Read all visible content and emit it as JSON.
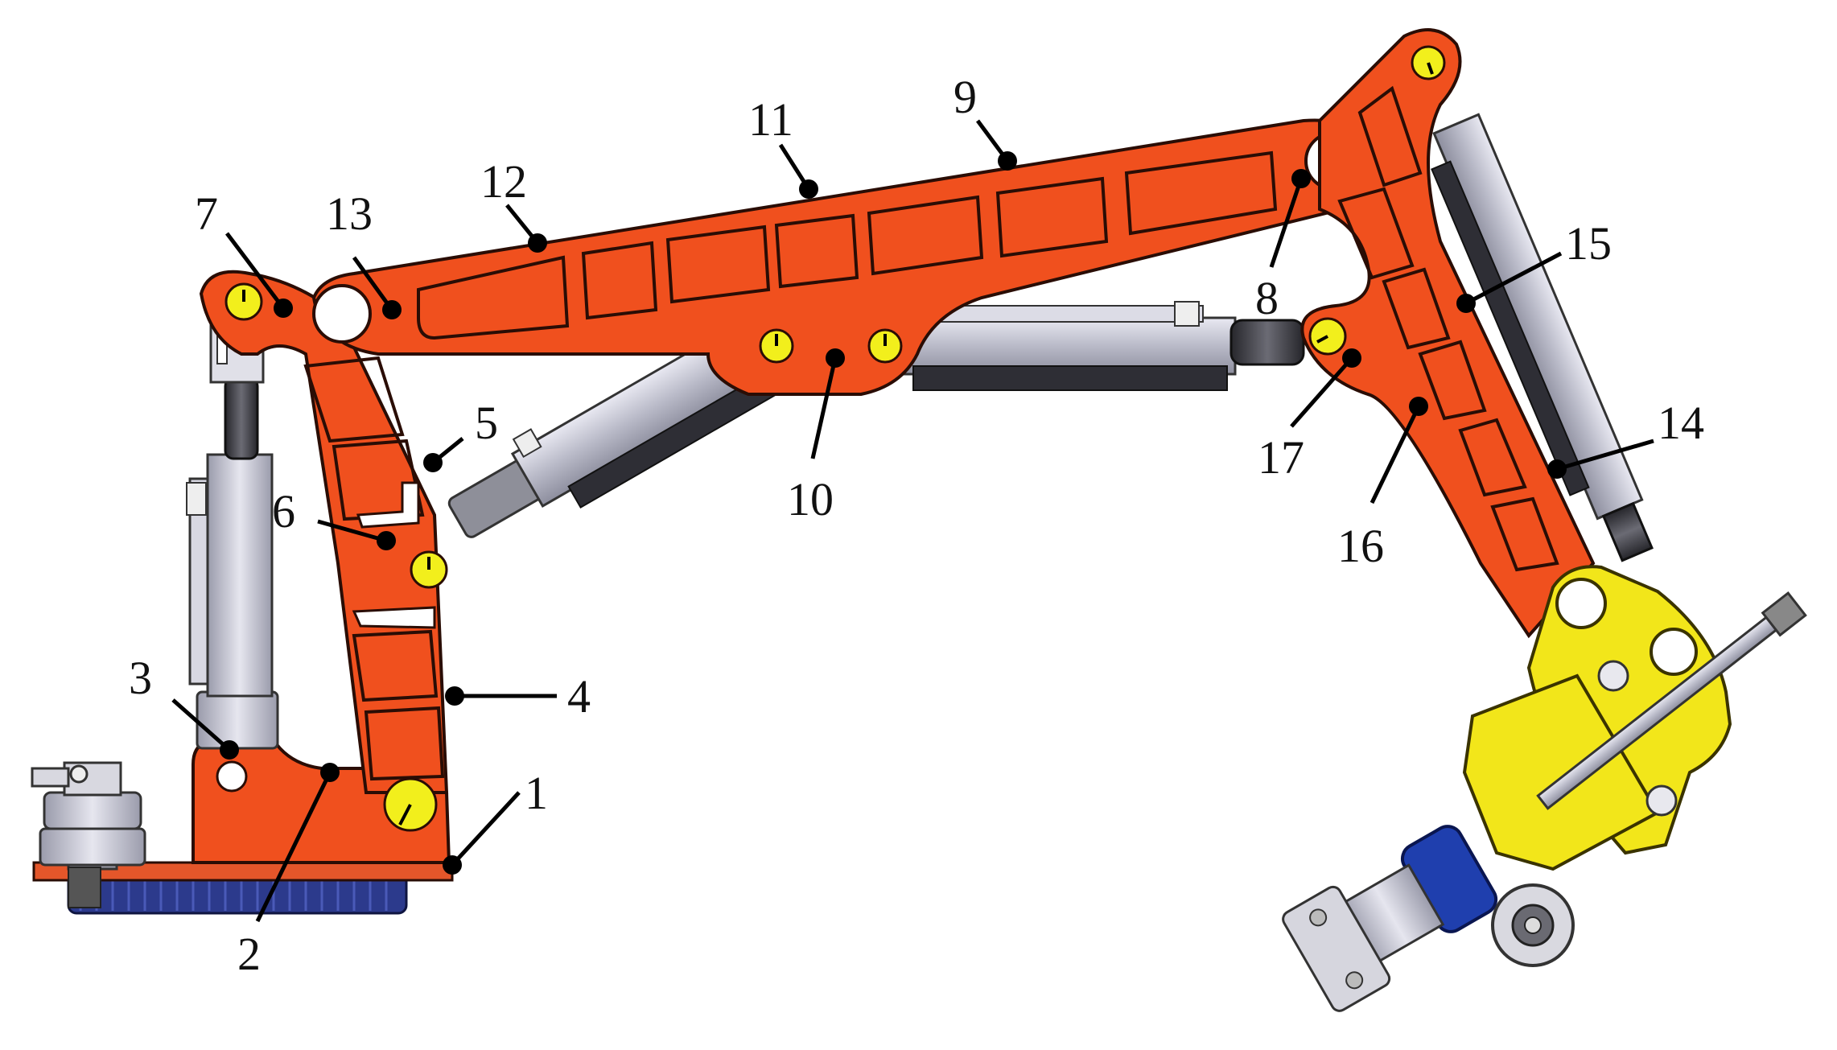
{
  "colors": {
    "arm_orange": "#f0501e",
    "arm_outline": "#2a0d05",
    "cylinder_silver": "#c9cad6",
    "cylinder_dark": "#3d3d44",
    "pin_yellow": "#f2ef1c",
    "bracket_yellow": "#f2e61a",
    "gear_blue": "#2c3a8c",
    "motor_blue": "#1f3fae",
    "ink": "#000000"
  },
  "callouts": [
    {
      "id": "1",
      "label": "1"
    },
    {
      "id": "2",
      "label": "2"
    },
    {
      "id": "3",
      "label": "3"
    },
    {
      "id": "4",
      "label": "4"
    },
    {
      "id": "5",
      "label": "5"
    },
    {
      "id": "6",
      "label": "6"
    },
    {
      "id": "7",
      "label": "7"
    },
    {
      "id": "8",
      "label": "8"
    },
    {
      "id": "9",
      "label": "9"
    },
    {
      "id": "10",
      "label": "10"
    },
    {
      "id": "11",
      "label": "11"
    },
    {
      "id": "12",
      "label": "12"
    },
    {
      "id": "13",
      "label": "13"
    },
    {
      "id": "14",
      "label": "14"
    },
    {
      "id": "15",
      "label": "15"
    },
    {
      "id": "16",
      "label": "16"
    },
    {
      "id": "17",
      "label": "17"
    }
  ]
}
